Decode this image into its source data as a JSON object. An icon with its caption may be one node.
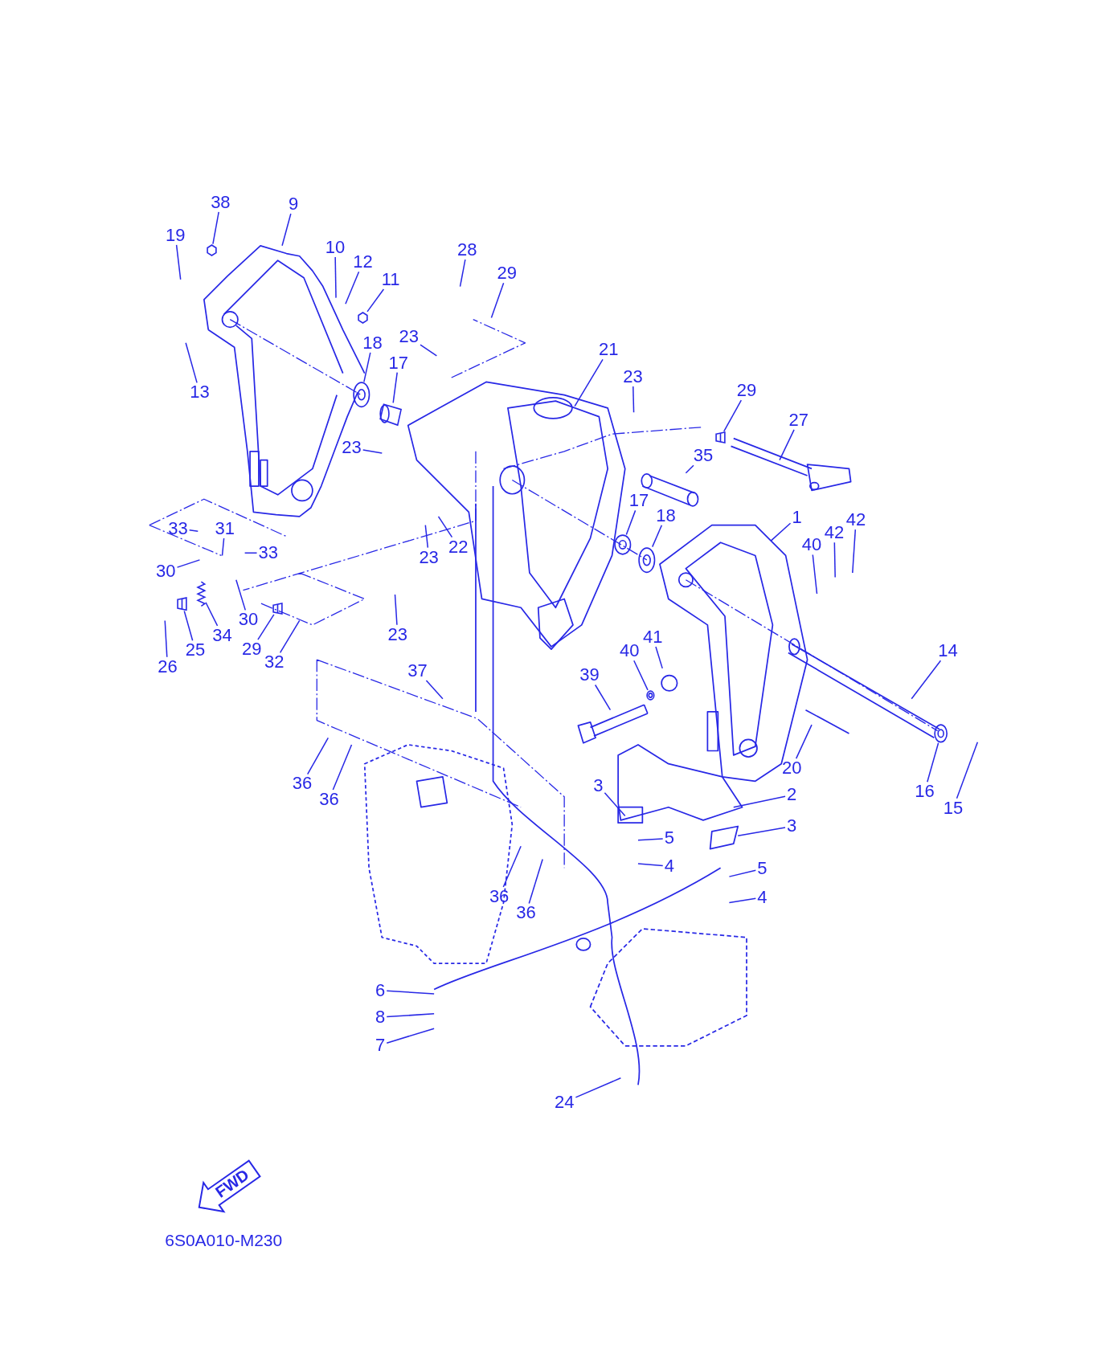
{
  "diagram": {
    "nodes": [
      {
        "text": [
          "38"
        ]
      },
      {
        "text": [
          "9"
        ]
      },
      {
        "text": [
          "19"
        ]
      },
      {
        "text": [
          "10"
        ]
      },
      {
        "text": [
          "12"
        ]
      },
      {
        "text": [
          "11"
        ]
      },
      {
        "text": [
          "28"
        ]
      },
      {
        "text": [
          "29"
        ]
      },
      {
        "text": [
          "23"
        ]
      },
      {
        "text": [
          "18"
        ]
      },
      {
        "text": [
          "17"
        ]
      },
      {
        "text": [
          "21"
        ]
      },
      {
        "text": [
          "23"
        ]
      },
      {
        "text": [
          "13"
        ]
      },
      {
        "text": [
          "29"
        ]
      },
      {
        "text": [
          "27"
        ]
      },
      {
        "text": [
          "23"
        ]
      },
      {
        "text": [
          "35"
        ]
      },
      {
        "text": [
          "17"
        ]
      },
      {
        "text": [
          "18"
        ]
      },
      {
        "text": [
          "1"
        ]
      },
      {
        "text": [
          "40"
        ]
      },
      {
        "text": [
          "42"
        ]
      },
      {
        "text": [
          "42"
        ]
      },
      {
        "text": [
          "33"
        ]
      },
      {
        "text": [
          "31"
        ]
      },
      {
        "text": [
          "33"
        ]
      },
      {
        "text": [
          "30"
        ]
      },
      {
        "text": [
          "22"
        ]
      },
      {
        "text": [
          "23"
        ]
      },
      {
        "text": [
          "30"
        ]
      },
      {
        "text": [
          "34"
        ]
      },
      {
        "text": [
          "29"
        ]
      },
      {
        "text": [
          "32"
        ]
      },
      {
        "text": [
          "25"
        ]
      },
      {
        "text": [
          "26"
        ]
      },
      {
        "text": [
          "23"
        ]
      },
      {
        "text": [
          "41"
        ]
      },
      {
        "text": [
          "40"
        ]
      },
      {
        "text": [
          "39"
        ]
      },
      {
        "text": [
          "14"
        ]
      },
      {
        "text": [
          "37"
        ]
      },
      {
        "text": [
          "20"
        ]
      },
      {
        "text": [
          "16"
        ]
      },
      {
        "text": [
          "15"
        ]
      },
      {
        "text": [
          "36"
        ]
      },
      {
        "text": [
          "36"
        ]
      },
      {
        "text": [
          "3"
        ]
      },
      {
        "text": [
          "2"
        ]
      },
      {
        "text": [
          "5"
        ]
      },
      {
        "text": [
          "3"
        ]
      },
      {
        "text": [
          "4"
        ]
      },
      {
        "text": [
          "5"
        ]
      },
      {
        "text": [
          "4"
        ]
      },
      {
        "text": [
          "36"
        ]
      },
      {
        "text": [
          "36"
        ]
      },
      {
        "text": [
          "6"
        ]
      },
      {
        "text": [
          "8"
        ]
      },
      {
        "text": [
          "7"
        ]
      },
      {
        "text": [
          "24"
        ]
      },
      {
        "text": [
          "FWD"
        ]
      },
      {
        "text": [],
        "shape": "picture"
      },
      {
        "text": [],
        "shape": "picture"
      },
      {
        "text": [],
        "shape": "picture"
      },
      {
        "text": [],
        "shape": "picture"
      },
      {
        "text": [],
        "shape": "picture"
      },
      {
        "text": [],
        "shape": "picture"
      },
      {
        "text": [],
        "shape": "picture"
      },
      {
        "text": [],
        "shape": "picture"
      },
      {
        "text": [],
        "shape": "picture"
      },
      {
        "text": [],
        "shape": "picture"
      },
      {
        "text": [],
        "shape": "picture"
      },
      {
        "text": [],
        "shape": "picture"
      }
    ],
    "edges": [
      {
        "from": 0,
        "to": 61,
        "arrow": "none"
      },
      {
        "from": 1,
        "to": null,
        "arrow": "none"
      },
      {
        "from": 2,
        "to": null,
        "arrow": "none"
      },
      {
        "from": 3,
        "to": null,
        "arrow": "none"
      },
      {
        "from": 4,
        "to": null,
        "arrow": "none"
      },
      {
        "from": 5,
        "to": 62,
        "arrow": "none"
      },
      {
        "from": 6,
        "to": null,
        "arrow": "none"
      },
      {
        "from": 7,
        "to": null,
        "arrow": "none"
      },
      {
        "from": 8,
        "to": null,
        "arrow": "none"
      },
      {
        "from": 9,
        "to": 63,
        "arrow": "none"
      },
      {
        "from": 10,
        "to": 64,
        "arrow": "none"
      },
      {
        "from": 11,
        "to": null,
        "arrow": "none"
      },
      {
        "from": 12,
        "to": null,
        "arrow": "none"
      },
      {
        "from": 13,
        "to": null,
        "arrow": "none"
      },
      {
        "from": 14,
        "to": 65,
        "arrow": "none"
      },
      {
        "from": 15,
        "to": null,
        "arrow": "none"
      },
      {
        "from": 16,
        "to": null,
        "arrow": "none"
      },
      {
        "from": 17,
        "to": null,
        "arrow": "none"
      },
      {
        "from": 18,
        "to": 68,
        "arrow": "none"
      },
      {
        "from": 19,
        "to": 69,
        "arrow": "none"
      },
      {
        "from": 20,
        "to": null,
        "arrow": "none"
      },
      {
        "from": 21,
        "to": null,
        "arrow": "none"
      },
      {
        "from": 22,
        "to": null,
        "arrow": "none"
      },
      {
        "from": 23,
        "to": null,
        "arrow": "none"
      },
      {
        "from": 24,
        "to": null,
        "arrow": "none"
      },
      {
        "from": 25,
        "to": null,
        "arrow": "none"
      },
      {
        "from": 26,
        "to": null,
        "arrow": "none"
      },
      {
        "from": 27,
        "to": null,
        "arrow": "none"
      },
      {
        "from": 28,
        "to": null,
        "arrow": "none"
      },
      {
        "from": 29,
        "to": null,
        "arrow": "none"
      },
      {
        "from": 30,
        "to": null,
        "arrow": "none"
      },
      {
        "from": 31,
        "to": 66,
        "arrow": "none"
      },
      {
        "from": 32,
        "to": 67,
        "arrow": "none"
      },
      {
        "from": 33,
        "to": null,
        "arrow": "none"
      },
      {
        "from": 34,
        "to": 72,
        "arrow": "none"
      },
      {
        "from": 35,
        "to": null,
        "arrow": "none"
      },
      {
        "from": 36,
        "to": null,
        "arrow": "none"
      },
      {
        "from": 37,
        "to": null,
        "arrow": "none"
      },
      {
        "from": 38,
        "to": 70,
        "arrow": "none"
      },
      {
        "from": 39,
        "to": null,
        "arrow": "none"
      },
      {
        "from": 40,
        "to": null,
        "arrow": "none"
      },
      {
        "from": 41,
        "to": null,
        "arrow": "none"
      },
      {
        "from": 42,
        "to": null,
        "arrow": "none"
      },
      {
        "from": 43,
        "to": 71,
        "arrow": "none"
      },
      {
        "from": 44,
        "to": null,
        "arrow": "none"
      },
      {
        "from": 45,
        "to": null,
        "arrow": "none"
      },
      {
        "from": 46,
        "to": null,
        "arrow": "none"
      },
      {
        "from": 47,
        "to": null,
        "arrow": "none"
      },
      {
        "from": 48,
        "to": null,
        "arrow": "none"
      },
      {
        "from": 49,
        "to": null,
        "arrow": "none"
      },
      {
        "from": 50,
        "to": null,
        "arrow": "none"
      },
      {
        "from": 51,
        "to": null,
        "arrow": "none"
      },
      {
        "from": 52,
        "to": null,
        "arrow": "none"
      },
      {
        "from": 53,
        "to": null,
        "arrow": "none"
      },
      {
        "from": 54,
        "to": null,
        "arrow": "none"
      },
      {
        "from": 55,
        "to": null,
        "arrow": "none"
      },
      {
        "from": 56,
        "to": null,
        "arrow": "none"
      },
      {
        "from": 57,
        "to": null,
        "arrow": "none"
      },
      {
        "from": 58,
        "to": null,
        "arrow": "none"
      },
      {
        "from": 59,
        "to": null,
        "arrow": "none"
      }
    ],
    "labels": [
      "6S0A010-M230"
    ]
  }
}
